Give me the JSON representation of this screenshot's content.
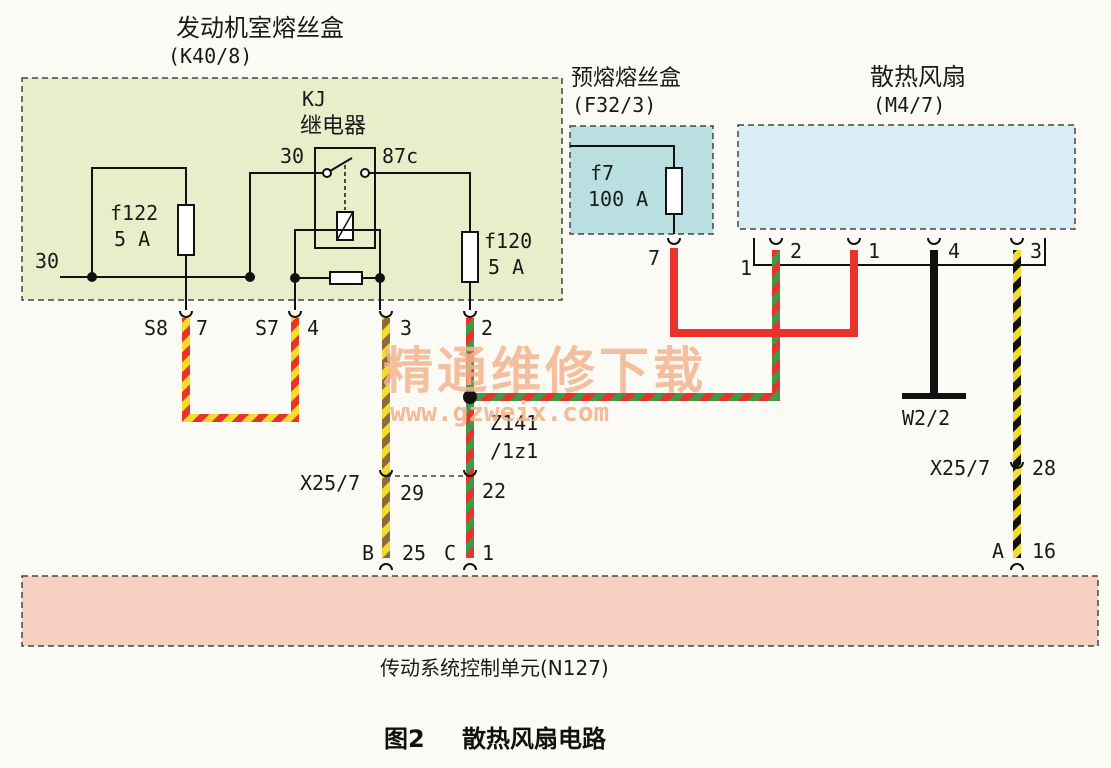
{
  "colors": {
    "fusebox_bg": "#e7efca",
    "prefuse_bg": "#b9dfe0",
    "fan_bg": "#d9eef4",
    "tcu_bg": "#f5cfc0",
    "red": "#e8322a",
    "yellow": "#f2dc2c",
    "green": "#3c9a48",
    "brown": "#8c6a3c",
    "black": "#111111",
    "watermark": "#f3b58f"
  },
  "fusebox": {
    "title": "发动机室熔丝盒",
    "code": "(K40/8)"
  },
  "relay": {
    "title": "KJ",
    "subtitle": "继电器",
    "pin_in": "30",
    "pin_out": "87c"
  },
  "fuse_f122": {
    "name": "f122",
    "rating": "5 A"
  },
  "fuse_f120": {
    "name": "f120",
    "rating": "5 A"
  },
  "fuse_f7": {
    "name": "f7",
    "rating": "100 A"
  },
  "terminal_30": "30",
  "prefuse": {
    "title": "预熔熔丝盒",
    "code": "(F32/3)",
    "pin": "7"
  },
  "fan": {
    "title": "散热风扇",
    "code": "(M4/7)",
    "pin1": "1",
    "pin2": "2",
    "pin1b": "1",
    "pin4": "4",
    "pin3": "3"
  },
  "fusebox_pins": {
    "s8": "S8",
    "p7": "7",
    "s7": "S7",
    "p4": "4",
    "p3": "3",
    "p2": "2"
  },
  "splice": {
    "line1": "Z141",
    "line2": "/1z1"
  },
  "ground": "W2/2",
  "connector_left": {
    "name": "X25/7",
    "p29": "29",
    "p22": "22"
  },
  "connector_right": {
    "name": "X25/7",
    "p28": "28"
  },
  "tcu": {
    "title": "传动系统控制单元(N127)",
    "pin_b": "B",
    "pin_25": "25",
    "pin_c": "C",
    "pin_1": "1",
    "pin_a": "A",
    "pin_16": "16"
  },
  "watermark": {
    "text": "精通维修下载",
    "url": "www.gzweix.com"
  },
  "caption": {
    "figure": "图2",
    "title": "散热风扇电路"
  }
}
